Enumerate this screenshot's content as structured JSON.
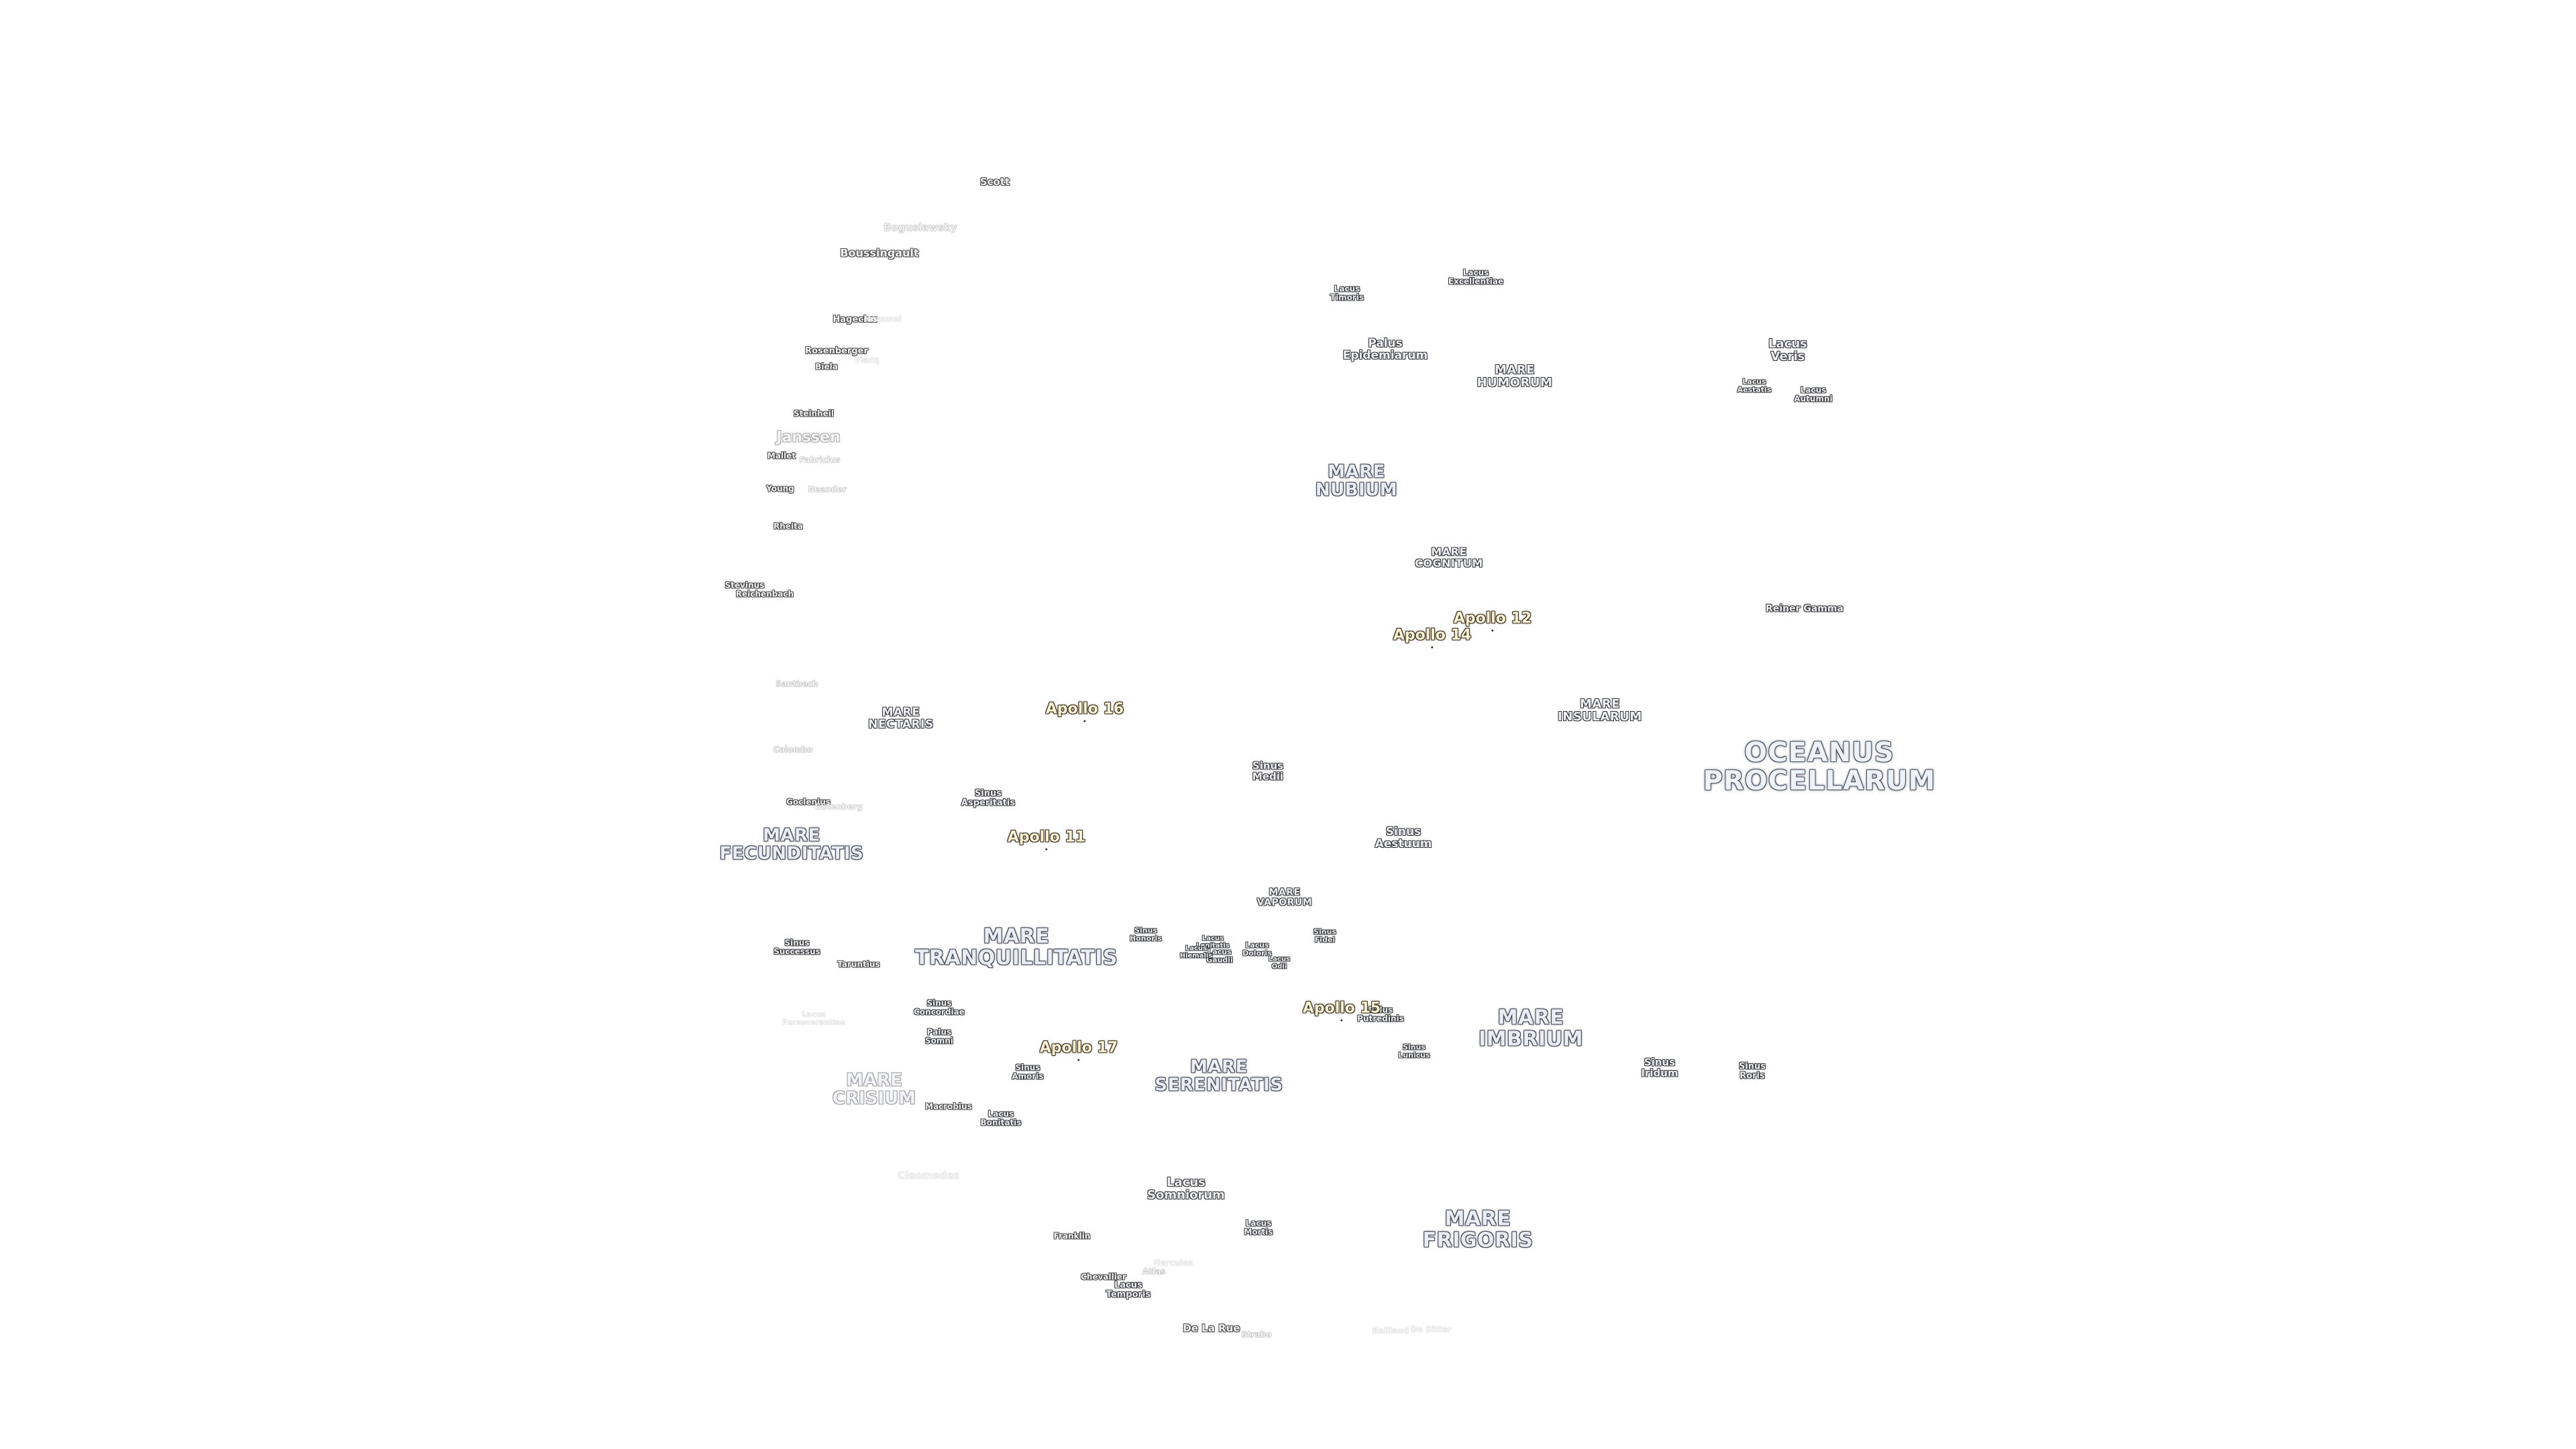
{
  "maria": [
    {
      "key": "oceanus",
      "text": "OCEANUS\nPROCELLARUM"
    },
    {
      "key": "imbrium",
      "text": "MARE\nIMBRIUM"
    },
    {
      "key": "frigoris",
      "text": "MARE\nFRIGORIS"
    },
    {
      "key": "tranquillitatis",
      "text": "MARE\nTRANQUILLITATIS"
    },
    {
      "key": "serenitatis",
      "text": "MARE\nSERENITATIS"
    },
    {
      "key": "fecunditatis",
      "text": "MARE\nFECUNDITATIS"
    },
    {
      "key": "crisium",
      "text": "MARE\nCRISIUM"
    },
    {
      "key": "nubium",
      "text": "MARE\nNUBIUM"
    },
    {
      "key": "humorum",
      "text": "MARE\nHUMORUM"
    },
    {
      "key": "cognitum",
      "text": "MARE\nCOGNITUM"
    },
    {
      "key": "insularum",
      "text": "MARE\nINSULARUM"
    },
    {
      "key": "nectaris",
      "text": "MARE\nNECTARIS"
    },
    {
      "key": "vaporum",
      "text": "MARE\nVAPORUM"
    }
  ],
  "features": [
    {
      "key": "palus-epidemiarum",
      "text": "Palus\nEpidemiarum"
    },
    {
      "key": "lacus-timoris",
      "text": "Lacus\nTimoris"
    },
    {
      "key": "lacus-excellentiae",
      "text": "Lacus\nExcellentiae"
    },
    {
      "key": "lacus-veris",
      "text": "Lacus\nVeris"
    },
    {
      "key": "lacus-aestatis",
      "text": "Lacus\nAestatis"
    },
    {
      "key": "lacus-autumni",
      "text": "Lacus\nAutumni"
    },
    {
      "key": "reiner-gamma",
      "text": "Reiner Gamma"
    },
    {
      "key": "sinus-medii",
      "text": "Sinus\nMedii"
    },
    {
      "key": "sinus-aestuum",
      "text": "Sinus\nAestuum"
    },
    {
      "key": "sinus-asperitatis",
      "text": "Sinus\nAsperitatis"
    },
    {
      "key": "sinus-successus",
      "text": "Sinus\nSuccessus"
    },
    {
      "key": "sinus-concordiae",
      "text": "Sinus\nConcordiae"
    },
    {
      "key": "palus-somni",
      "text": "Palus\nSomni"
    },
    {
      "key": "sinus-amoris",
      "text": "Sinus\nAmoris"
    },
    {
      "key": "lacus-bonitatis",
      "text": "Lacus\nBonitatis"
    },
    {
      "key": "sinus-honoris",
      "text": "Sinus\nHonoris"
    },
    {
      "key": "lacus-gaudii",
      "text": "Lacus\nGaudii"
    },
    {
      "key": "lacus-lenitatis",
      "text": "Lacus\nLenitatis"
    },
    {
      "key": "lacus-hiemalis",
      "text": "Lacus\nHiemalis"
    },
    {
      "key": "lacus-doloris",
      "text": "Lacus\nDoloris"
    },
    {
      "key": "lacus-odii",
      "text": "Lacus\nOdii"
    },
    {
      "key": "sinus-fidei",
      "text": "Sinus\nFidei"
    },
    {
      "key": "palus-putredinis",
      "text": "Palus\nPutredinis"
    },
    {
      "key": "sinus-lunicus",
      "text": "Sinus\nLunicus"
    },
    {
      "key": "sinus-iridum",
      "text": "Sinus\nIridum"
    },
    {
      "key": "sinus-roris",
      "text": "Sinus\nRoris"
    },
    {
      "key": "lacus-somniorum",
      "text": "Lacus\nSomniorum"
    },
    {
      "key": "lacus-mortis",
      "text": "Lacus\nMortis"
    },
    {
      "key": "lacus-temporis",
      "text": "Lacus\nTemporis"
    }
  ],
  "craters": [
    {
      "key": "scott",
      "text": "Scott"
    },
    {
      "key": "boguslawsky",
      "text": "Boguslawsky"
    },
    {
      "key": "boussingault",
      "text": "Boussingault"
    },
    {
      "key": "hagecius",
      "text": "Hagecius"
    },
    {
      "key": "rosenberger",
      "text": "Rosenberger"
    },
    {
      "key": "biela",
      "text": "Biela"
    },
    {
      "key": "janssen",
      "text": "Janssen"
    },
    {
      "key": "steinheil",
      "text": "Steinheil"
    },
    {
      "key": "mallet",
      "text": "Mallet"
    },
    {
      "key": "fabricius",
      "text": "Fabricius"
    },
    {
      "key": "young",
      "text": "Young"
    },
    {
      "key": "neander",
      "text": "Neander"
    },
    {
      "key": "rheita",
      "text": "Rheita"
    },
    {
      "key": "stevinus",
      "text": "Stevinus"
    },
    {
      "key": "reichenbach",
      "text": "Reichenbach"
    },
    {
      "key": "santbech",
      "text": "Santbech"
    },
    {
      "key": "colombo",
      "text": "Colombo"
    },
    {
      "key": "goclenius",
      "text": "Goclenius"
    },
    {
      "key": "gutenberg",
      "text": "Gutenberg"
    },
    {
      "key": "taruntius",
      "text": "Taruntius"
    },
    {
      "key": "macrobius",
      "text": "Macrobius"
    },
    {
      "key": "franklin",
      "text": "Franklin"
    },
    {
      "key": "chevallier",
      "text": "Chevallier"
    },
    {
      "key": "atlas",
      "text": "Atlas"
    },
    {
      "key": "de-la-rue",
      "text": "De La Rue"
    },
    {
      "key": "strabo",
      "text": "Strabo"
    }
  ],
  "faint": [
    {
      "key": "lacus-perseverantiae",
      "text": "Lacus\nPerseverantiae"
    },
    {
      "key": "cleomedes",
      "text": "Cleomedes"
    },
    {
      "key": "hercules",
      "text": "Hercules"
    },
    {
      "key": "de-sitter",
      "text": "De Sitter"
    },
    {
      "key": "baillaud",
      "text": "Baillaud"
    },
    {
      "key": "vlacq",
      "text": "Vlacq"
    },
    {
      "key": "hommel",
      "text": "Hommel"
    }
  ],
  "apollo": [
    {
      "key": "apollo-12",
      "text": "Apollo 12"
    },
    {
      "key": "apollo-14",
      "text": "Apollo 14"
    },
    {
      "key": "apollo-16",
      "text": "Apollo 16"
    },
    {
      "key": "apollo-11",
      "text": "Apollo 11"
    },
    {
      "key": "apollo-15",
      "text": "Apollo 15"
    },
    {
      "key": "apollo-17",
      "text": "Apollo 17"
    }
  ]
}
